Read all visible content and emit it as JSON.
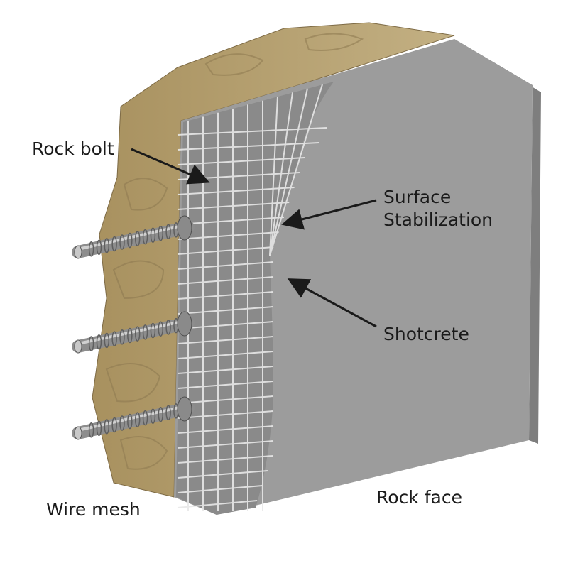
{
  "labels": {
    "rock_bolt": "Rock bolt",
    "surface_stabilization_line1": "Surface",
    "surface_stabilization_line2": "Stabilization",
    "shotcrete": "Shotcrete",
    "wire_mesh": "Wire mesh",
    "rock_face": "Rock face"
  },
  "colors": {
    "rock": "#b9a47a",
    "rock_dark": "#8f7b52",
    "shotcrete": "#9a9a9a",
    "shotcrete_side": "#7e7e7e",
    "mesh": "#e6e6e6",
    "bolt": "#a9a9a9",
    "arrow": "#1a1a1a"
  }
}
